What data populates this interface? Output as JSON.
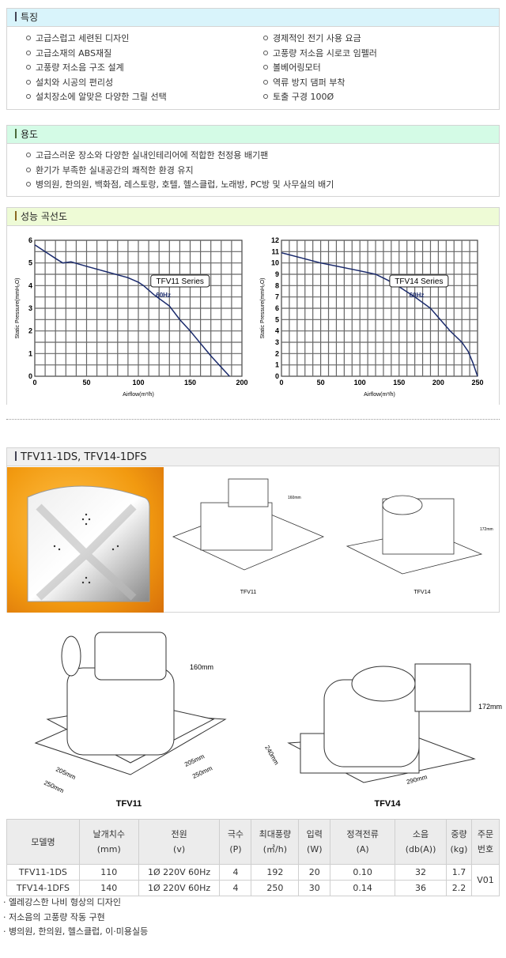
{
  "features": {
    "title": "특징",
    "left": [
      "고급스럽고 세련된 디자인",
      "고급소재의 ABS재질",
      "고풍량 저소음 구조 설계",
      "설치와 시공의 편리성",
      "설치장소에 알맞은 다양한 그릴 선택"
    ],
    "right": [
      "경제적인 전기 사용 요금",
      "고풍량 저소음 시로코 임펠러",
      "볼베어링모터",
      "역류 방지 댐퍼 부착",
      "토출 구경 100Ø"
    ]
  },
  "usage": {
    "title": "용도",
    "items": [
      "고급스러운 장소와 다양한 실내인테리어에 적합한 천정용 배기팬",
      "환기가 부족한 실내공간의 쾌적한 환경 유지",
      "병의원, 한의원, 백화점, 레스토랑, 호텔, 헬스클럽, 노래방, PC방 및 사무실의 배기"
    ]
  },
  "performance": {
    "title": "성능 곡선도"
  },
  "chart_data": [
    {
      "type": "line",
      "title": "TFV11 Series",
      "series_label": "60Hz",
      "xlabel": "Airflow(m³/h)",
      "ylabel": "Static Pressure(mmH₂O)",
      "xlim": [
        0,
        200
      ],
      "ylim": [
        0,
        6
      ],
      "xticks": [
        0,
        50,
        100,
        150,
        200
      ],
      "yticks": [
        0,
        1,
        2,
        3,
        4,
        5,
        6
      ],
      "grid": true,
      "line_color": "#1a2a6c",
      "x": [
        0,
        10,
        20,
        27,
        35,
        50,
        70,
        90,
        100,
        105,
        115,
        130,
        140,
        150,
        170,
        188
      ],
      "y": [
        5.8,
        5.5,
        5.2,
        5.0,
        5.05,
        4.85,
        4.6,
        4.35,
        4.15,
        4.0,
        3.6,
        3.1,
        2.5,
        2.0,
        0.9,
        0
      ]
    },
    {
      "type": "line",
      "title": "TFV14 Series",
      "series_label": "60Hz",
      "xlabel": "Airflow(m³/h)",
      "ylabel": "Static Pressure(mmH₂O)",
      "xlim": [
        0,
        250
      ],
      "ylim": [
        0,
        12
      ],
      "xticks": [
        0,
        50,
        100,
        150,
        200,
        250
      ],
      "yticks": [
        0,
        1,
        2,
        3,
        4,
        5,
        6,
        7,
        8,
        9,
        10,
        11,
        12
      ],
      "grid": true,
      "line_color": "#1a2a6c",
      "x": [
        0,
        50,
        100,
        120,
        135,
        150,
        170,
        190,
        200,
        215,
        230,
        238,
        244,
        250
      ],
      "y": [
        10.9,
        10.0,
        9.3,
        9.0,
        8.5,
        7.9,
        7.0,
        6.0,
        5.2,
        4.0,
        3.0,
        2.2,
        1.2,
        0
      ]
    }
  ],
  "product": {
    "title": "TFV11-1DS, TFV14-1DFS",
    "tfv11": {
      "label": "TFV11",
      "height": "160mm",
      "w1": "205mm",
      "w2": "250mm",
      "d1": "205mm",
      "d2": "250mm"
    },
    "tfv14": {
      "label": "TFV14",
      "height": "172mm",
      "depth": "240mm",
      "width": "290mm"
    }
  },
  "table": {
    "headers": [
      [
        "모델명",
        ""
      ],
      [
        "날개치수",
        "(mm)"
      ],
      [
        "전원",
        "(v)"
      ],
      [
        "극수",
        "(P)"
      ],
      [
        "최대풍량",
        "(㎥/h)"
      ],
      [
        "입력",
        "(W)"
      ],
      [
        "정격전류",
        "(A)"
      ],
      [
        "소음",
        "(db(A))"
      ],
      [
        "중량",
        "(kg)"
      ],
      [
        "주문",
        "번호"
      ]
    ],
    "rows": [
      [
        "TFV11-1DS",
        "110",
        "1Ø 220V 60Hz",
        "4",
        "192",
        "20",
        "0.10",
        "32",
        "1.7"
      ],
      [
        "TFV14-1DFS",
        "140",
        "1Ø 220V 60Hz",
        "4",
        "250",
        "30",
        "0.14",
        "36",
        "2.2"
      ]
    ],
    "order_no": "V01"
  },
  "notes": [
    "· 엘레강스한 나비 형상의 디자인",
    "· 저소음의 고풍량 작동 구현",
    "· 병의원, 한의원, 헬스클럽, 이·미용실등"
  ]
}
